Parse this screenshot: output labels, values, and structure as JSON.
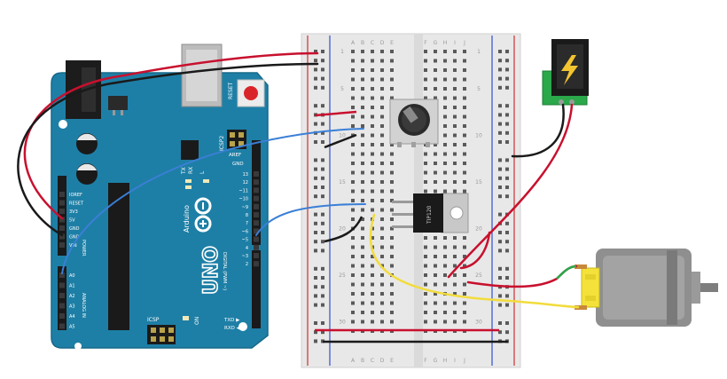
{
  "arduino": {
    "brand": "Arduino",
    "model": "UNO",
    "reset_label": "RESET",
    "icsp2_label": "ICSP2",
    "icsp_label": "ICSP",
    "tx_label": "TX",
    "rx_label": "RX",
    "l_label": "L",
    "on_label": "ON",
    "aref_label": "AREF",
    "gnd_label": "GND",
    "digital_label": "DIGITAL (PWM ~)",
    "power_label": "POWER",
    "analog_label": "ANALOG IN",
    "txd_label": "TXD ▶",
    "rxd_label": "RXD ◀",
    "digital_pins": [
      "13",
      "12",
      "~11",
      "~10",
      "~9",
      "8",
      "7",
      "~6",
      "~5",
      "4",
      "~3",
      "2"
    ],
    "power_pins": [
      "IOREF",
      "RESET",
      "3V3",
      "5V",
      "GND",
      "GND",
      "VIN"
    ],
    "analog_pins": [
      "A0",
      "A1",
      "A2",
      "A3",
      "A4",
      "A5"
    ]
  },
  "breadboard": {
    "columns_left": [
      "A",
      "B",
      "C",
      "D",
      "E"
    ],
    "columns_right": [
      "F",
      "G",
      "H",
      "I",
      "J"
    ],
    "row_numbers": [
      "1",
      "5",
      "10",
      "15",
      "20",
      "25",
      "30"
    ]
  },
  "transistor": {
    "label": "TIP120"
  },
  "colors": {
    "board": "#1e7fa6",
    "red_wire": "#c8102e",
    "black_wire": "#1a1a1a",
    "blue_wire": "#3a7fd6",
    "yellow_wire": "#f2dc3c",
    "green_wire": "#2aa84a",
    "motor_body": "#8f8f8f",
    "motor_cap": "#f4e23a"
  }
}
